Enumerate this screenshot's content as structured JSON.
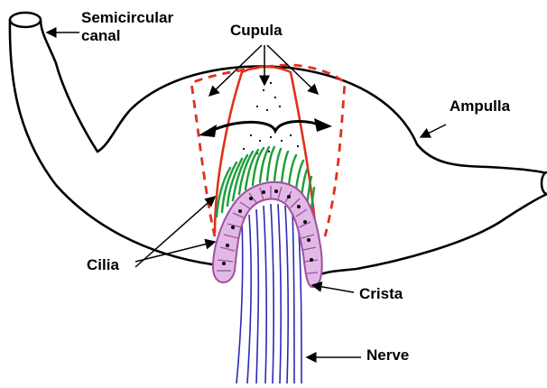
{
  "labels": {
    "semicircular_line1": "Semicircular",
    "semicircular_line2": "canal",
    "cupula": "Cupula",
    "ampulla": "Ampulla",
    "cilia": "Cilia",
    "crista": "Crista",
    "nerve": "Nerve"
  },
  "colors": {
    "outline": "#000000",
    "cupula_solid": "#e0301e",
    "cupula_dashed": "#e0301e",
    "cilia": "#1e9e3a",
    "crista_fill": "#e2b8e6",
    "crista_edge": "#a0509e",
    "nerve": "#2a2ab8"
  }
}
